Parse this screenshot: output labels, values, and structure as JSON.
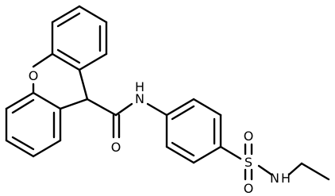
{
  "molecule": {
    "atoms": {
      "ring_oxygen": "O",
      "amide_nitrogen": "N",
      "amide_hydrogen": "H",
      "carbonyl_oxygen": "O",
      "sulfur": "S",
      "sulfonyl_oxygen_top": "O",
      "sulfonyl_oxygen_bottom": "O",
      "sulfonamide_nitrogen": "N",
      "sulfonamide_hydrogen": "H"
    }
  }
}
